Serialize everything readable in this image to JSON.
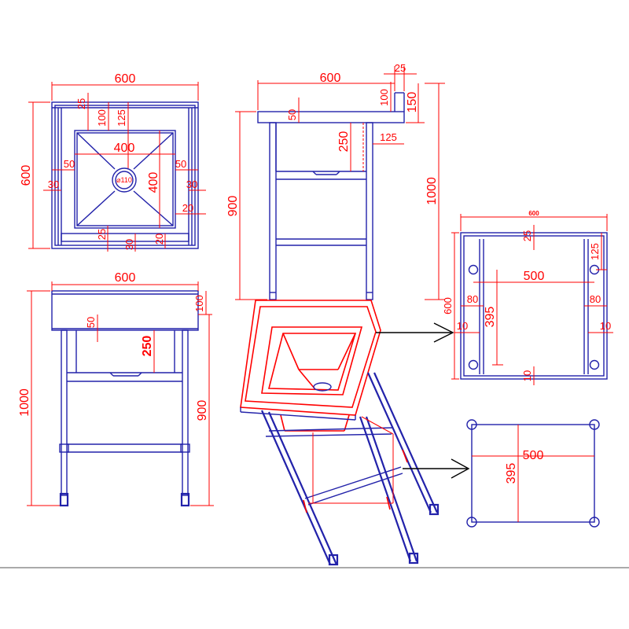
{
  "colors": {
    "outline": "#2222aa",
    "dimension": "#ff0000",
    "arrow": "#000000"
  },
  "top_view": {
    "d_width": "600",
    "d_height": "600",
    "d_bowl_w": "400",
    "d_bowl_h": "400",
    "d_back": "25",
    "d_100": "100",
    "d_125": "125",
    "d_l50": "50",
    "d_r50": "50",
    "d_l30": "30",
    "d_r30": "30",
    "d_r20": "20",
    "d_b25": "25",
    "d_b30": "30",
    "d_b20": "20",
    "drain": "⌀110"
  },
  "side_view": {
    "d_width": "600",
    "d_25": "25",
    "d_100": "100",
    "d_150": "150",
    "d_50": "50",
    "d_250": "250",
    "d_125": "125",
    "d_900": "900",
    "d_1000": "1000"
  },
  "front_view": {
    "d_width": "600",
    "d_100": "100",
    "d_50": "50",
    "d_250": "250",
    "d_1000": "1000",
    "d_900": "900"
  },
  "bottom_view": {
    "d_width": "600",
    "d_25": "25",
    "d_125": "125",
    "d_500": "500",
    "d_l80": "80",
    "d_r80": "80",
    "d_395": "395",
    "d_l10": "10",
    "d_r10": "10",
    "d_b10": "10",
    "d_height": "600"
  },
  "leg_frame": {
    "d_500": "500",
    "d_395": "395"
  }
}
